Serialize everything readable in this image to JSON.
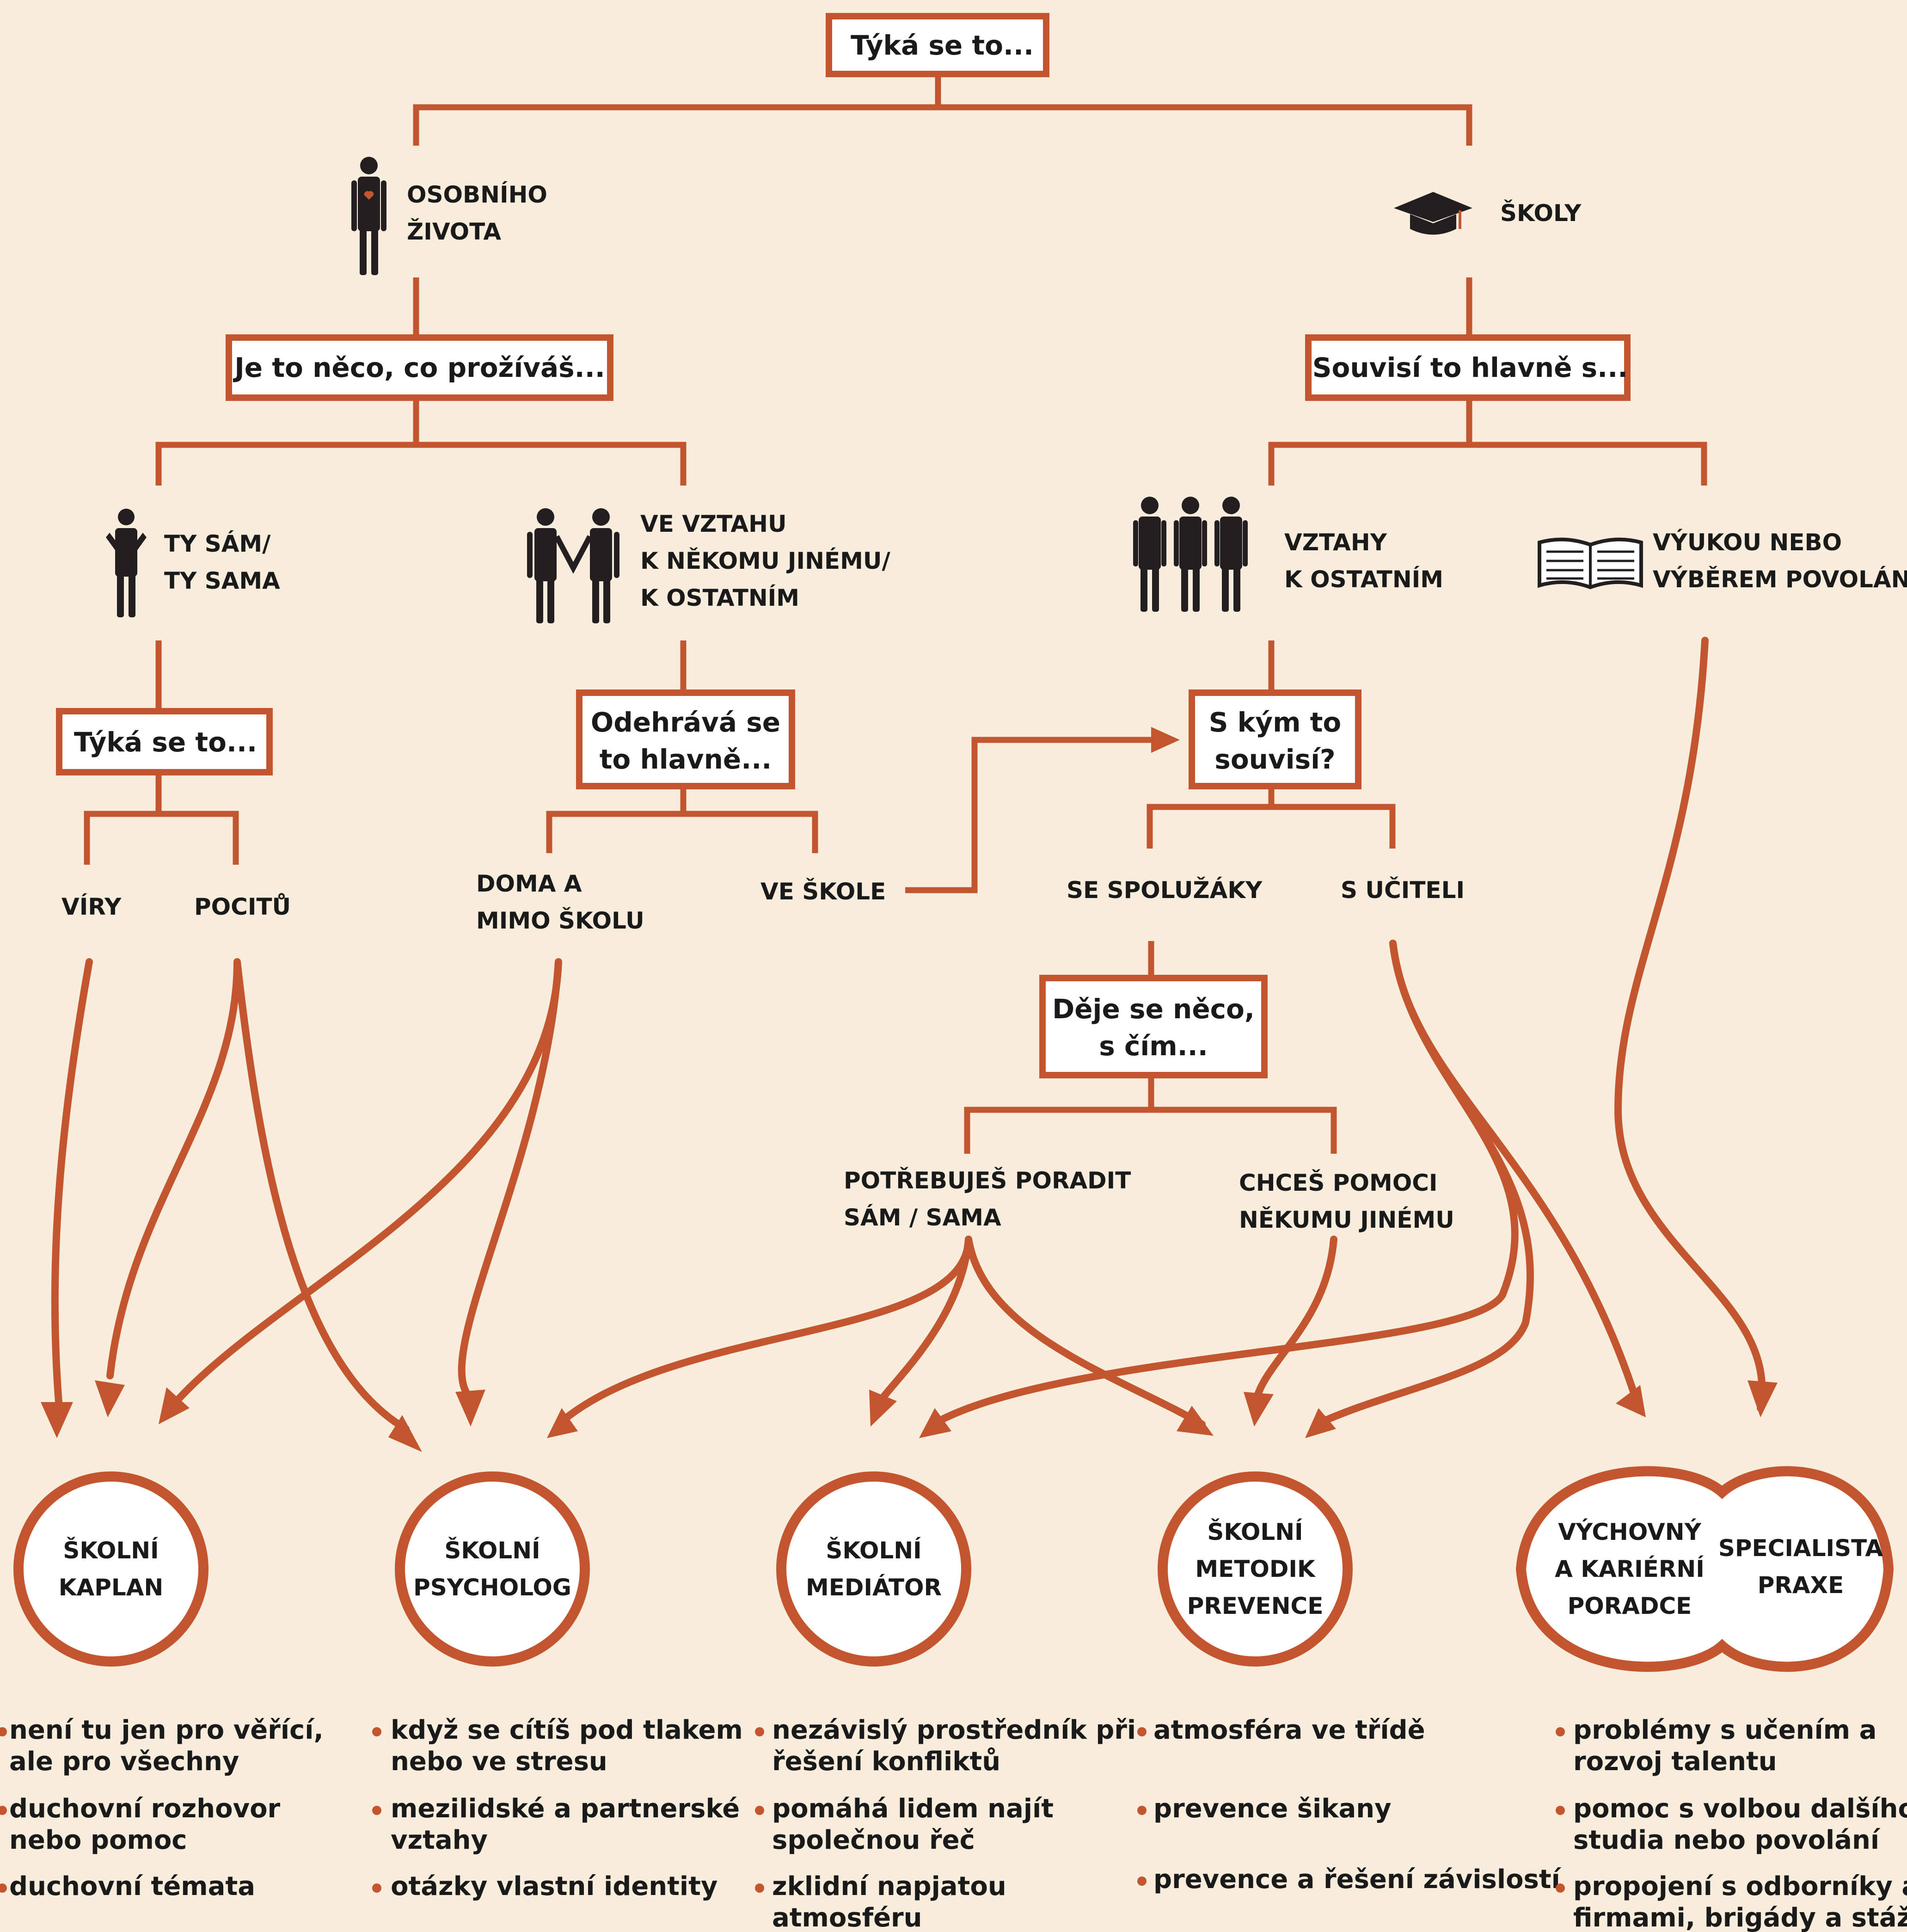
{
  "root": {
    "label": "Týká se to..."
  },
  "branch_personal": {
    "label": [
      "OSOBNÍHO",
      "ŽIVOTA"
    ],
    "icon": "person-heart-icon"
  },
  "branch_school": {
    "label": "ŠKOLY",
    "icon": "graduation-cap-icon"
  },
  "q_personal": {
    "label": "Je to něco, co prožíváš..."
  },
  "q_school": {
    "label": "Souvisí to hlavně s..."
  },
  "opt_alone": {
    "label": [
      "TY SÁM/",
      "TY SAMA"
    ],
    "icon": "person-hands-on-chest-icon"
  },
  "opt_relationship": {
    "label": [
      "VE VZTAHU",
      "K NĚKOMU JINÉMU/",
      "K OSTATNÍM"
    ],
    "icon": "two-people-holding-hands-icon"
  },
  "opt_others": {
    "label": [
      "VZTAHY",
      "K OSTATNÍM"
    ],
    "icon": "three-people-icon"
  },
  "opt_teaching": {
    "label": [
      "VÝUKOU NEBO",
      "VÝBĚREM POVOLÁNÍ"
    ],
    "icon": "open-book-icon"
  },
  "q_alone": {
    "label": "Týká se to..."
  },
  "q_where": {
    "label": [
      "Odehrává se",
      "to hlavně..."
    ]
  },
  "q_who": {
    "label": [
      "S kým to",
      "souvisí?"
    ]
  },
  "opt_faith": {
    "label": "VÍRY"
  },
  "opt_feelings": {
    "label": "POCITŮ"
  },
  "opt_home": {
    "label": [
      "DOMA A",
      "MIMO ŠKOLU"
    ]
  },
  "opt_school": {
    "label": "VE ŠKOLE"
  },
  "opt_classmates": {
    "label": "SE SPOLUŽÁKY"
  },
  "opt_teachers": {
    "label": "S UČITELI"
  },
  "q_happening": {
    "label": [
      "Děje se něco,",
      "s čím..."
    ]
  },
  "opt_self_help": {
    "label": [
      "POTŘEBUJEŠ PORADIT",
      "SÁM / SAMA"
    ]
  },
  "opt_help_other": {
    "label": [
      "CHCEŠ POMOCI",
      "NĚKUMU JINÉMU"
    ]
  },
  "results": [
    {
      "label": [
        "ŠKOLNÍ",
        "KAPLAN"
      ],
      "bullets": [
        [
          "není tu jen pro věřící,",
          "ale pro všechny"
        ],
        [
          "duchovní rozhovor",
          "nebo pomoc"
        ],
        [
          "duchovní témata"
        ]
      ]
    },
    {
      "label": [
        "ŠKOLNÍ",
        "PSYCHOLOG"
      ],
      "bullets": [
        [
          "když se cítíš pod tlakem",
          "nebo ve stresu"
        ],
        [
          "mezilidské a partnerské",
          "vztahy"
        ],
        [
          "otázky vlastní identity"
        ]
      ]
    },
    {
      "label": [
        "ŠKOLNÍ",
        "MEDIÁTOR"
      ],
      "bullets": [
        [
          "nezávislý prostředník při",
          "řešení konfliktů"
        ],
        [
          "pomáhá lidem najít",
          "společnou řeč"
        ],
        [
          "zklidní napjatou",
          "atmosféru"
        ]
      ]
    },
    {
      "label": [
        "ŠKOLNÍ",
        "METODIK",
        "PREVENCE"
      ],
      "bullets": [
        [
          "atmosféra ve třídě"
        ],
        [
          "prevence šikany"
        ],
        [
          "prevence a řešení závislostí"
        ]
      ]
    },
    {
      "label": [
        "VÝCHOVNÝ",
        "A KARIÉRNÍ",
        "PORADCE"
      ],
      "label2": [
        "SPECIALISTA",
        "PRAXE"
      ],
      "bullets": [
        [
          "problémy s učením a",
          "rozvoj talentu"
        ],
        [
          "pomoc s volbou dalšího",
          "studia nebo povolání"
        ],
        [
          "propojení s odborníky a",
          "firmami, brigády a stáže"
        ]
      ]
    }
  ],
  "colors": {
    "accent": "#c4562f",
    "background": "#f8eddc",
    "box_fill": "#ffffff",
    "text": "#1a1a1a"
  }
}
